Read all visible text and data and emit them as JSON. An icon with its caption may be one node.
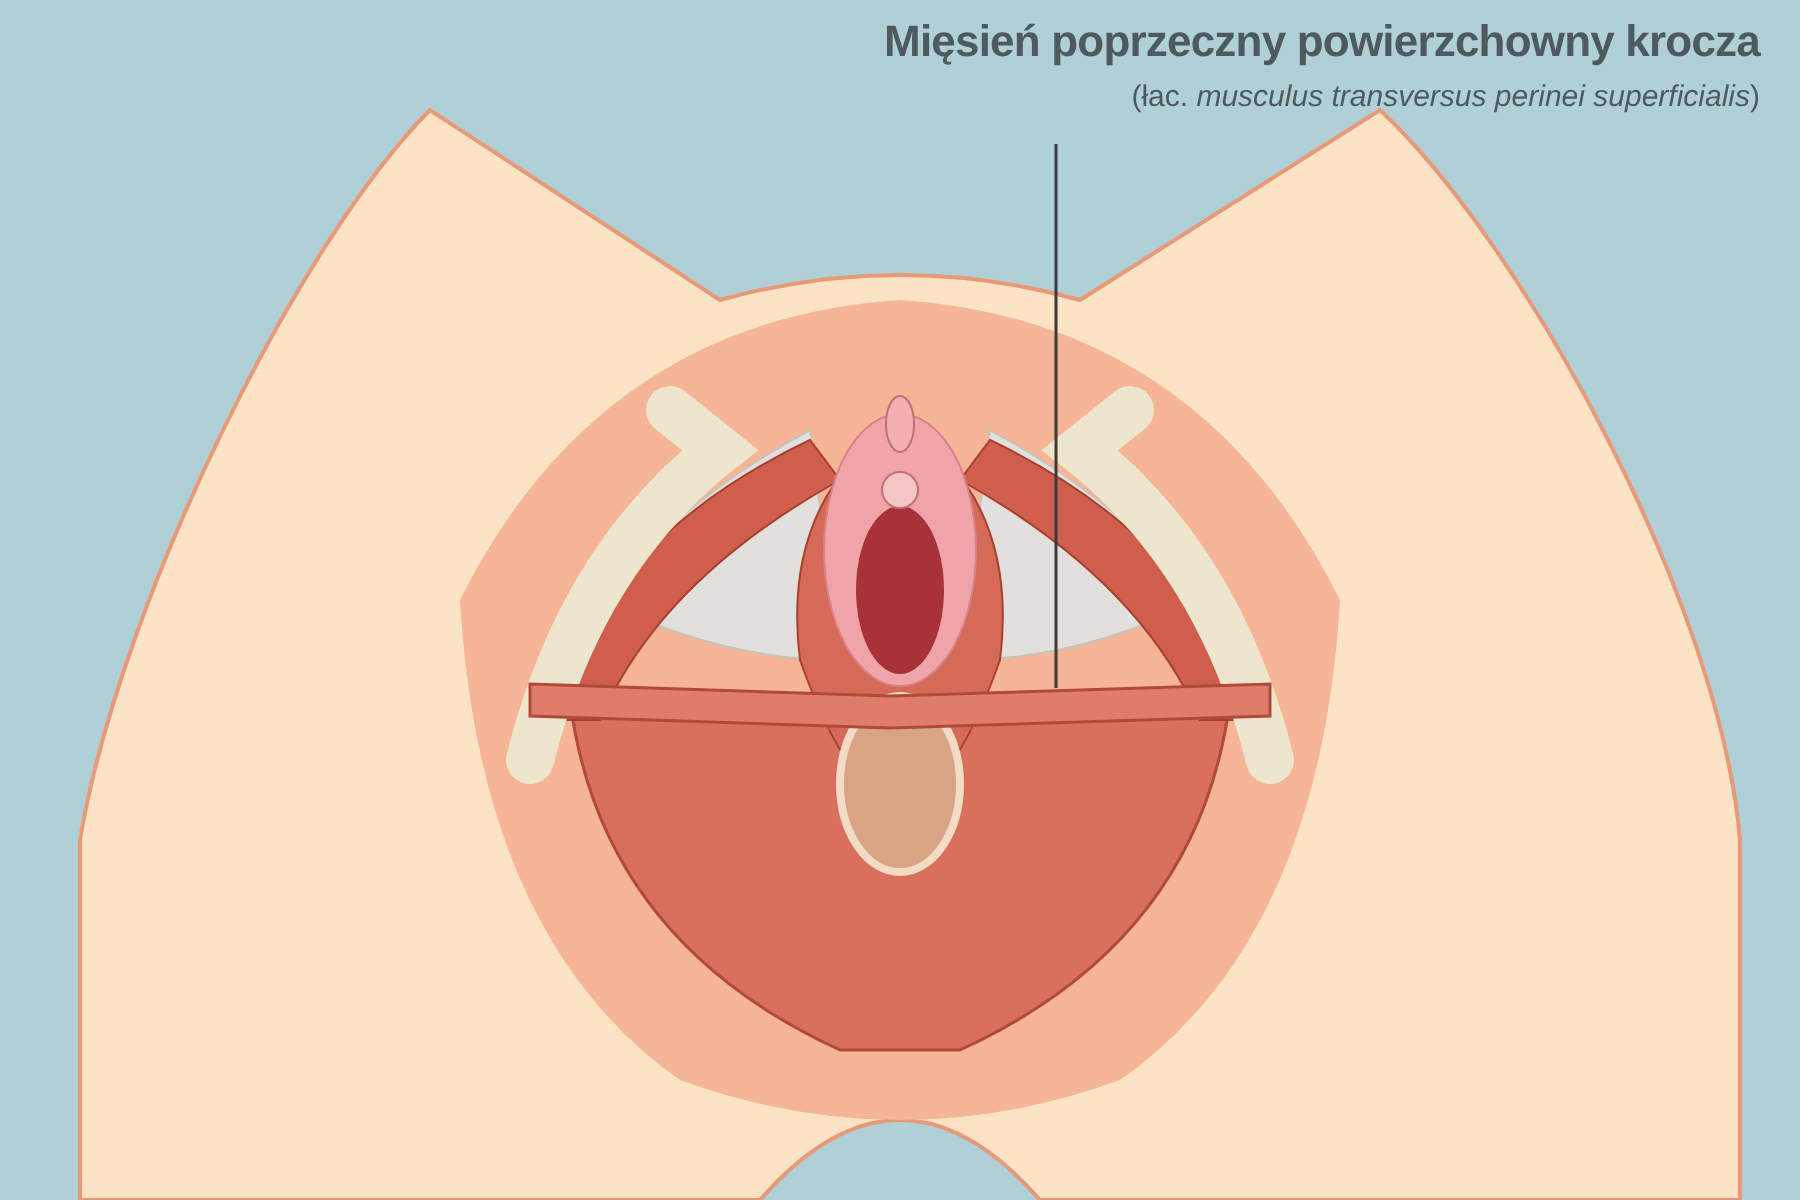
{
  "diagram": {
    "nodes": [
      {
        "text": [
          "Mięsień poprzeczny powierzchowny krocza",
          "(łac. *musculus transversus perinei superficialis*)"
        ]
      },
      {
        "text": [],
        "shape": "picture"
      }
    ],
    "edges": [
      {
        "from": 0,
        "to": 1,
        "arrow": "none"
      }
    ]
  }
}
